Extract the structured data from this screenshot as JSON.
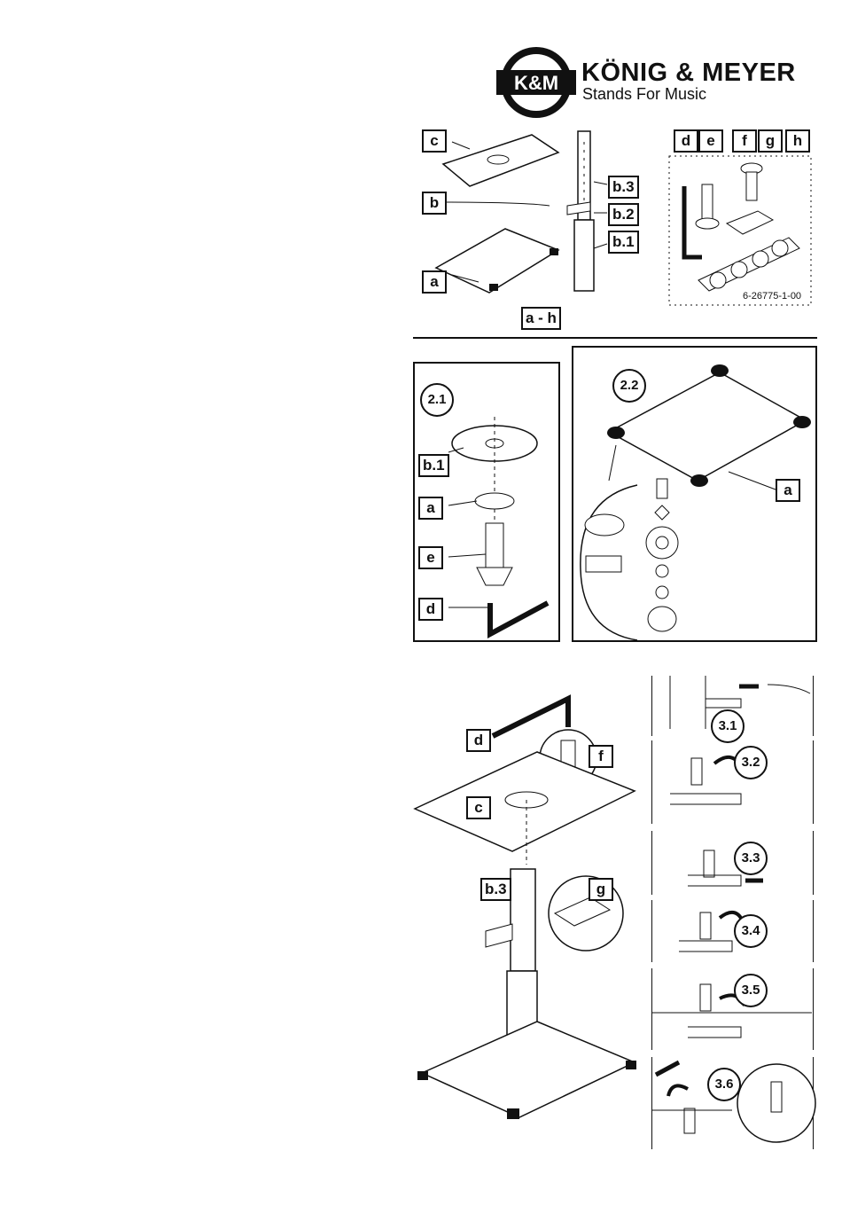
{
  "brand": {
    "logo_text": "K&M",
    "name": "KÖNIG & MEYER",
    "tagline": "Stands For Music"
  },
  "parts": {
    "labels": [
      "c",
      "b",
      "a",
      "b.3",
      "b.2",
      "b.1",
      "a - h",
      "d",
      "e",
      "f",
      "g",
      "h"
    ],
    "part_number": "6-26775-1-00"
  },
  "section2": {
    "step_2_1": "2.1",
    "step_2_2": "2.2",
    "labels_2_1": [
      "b.1",
      "a",
      "e",
      "d"
    ],
    "label_2_2": "a"
  },
  "section3": {
    "labels": [
      "d",
      "f",
      "c",
      "b.3",
      "g"
    ],
    "steps": [
      "3.1",
      "3.2",
      "3.3",
      "3.4",
      "3.5",
      "3.6"
    ]
  }
}
